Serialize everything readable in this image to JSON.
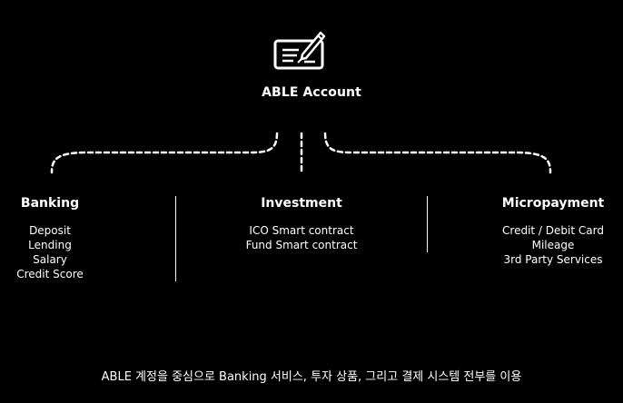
{
  "root": {
    "icon": "cheque-pen-icon",
    "title": "ABLE Account"
  },
  "branches": [
    {
      "title": "Banking",
      "items": [
        "Deposit",
        "Lending",
        "Salary",
        "Credit Score"
      ]
    },
    {
      "title": "Investment",
      "items": [
        "ICO Smart contract",
        "Fund Smart contract"
      ]
    },
    {
      "title": "Micropayment",
      "items": [
        "Credit / Debit Card",
        "Mileage",
        "3rd Party Services"
      ]
    }
  ],
  "caption": "ABLE 계정을 중심으로 Banking 서비스, 투자 상품, 그리고 결제 시스템 전부를 이용",
  "colors": {
    "background": "#000000",
    "foreground": "#ffffff"
  }
}
